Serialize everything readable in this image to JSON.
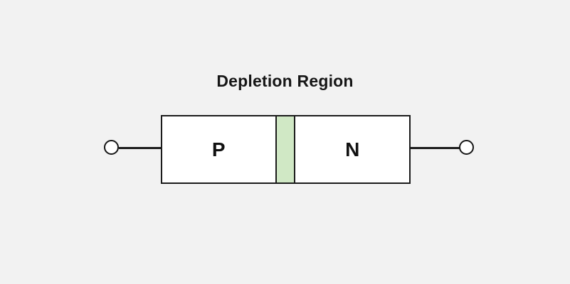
{
  "diagram": {
    "title": "Depletion Region",
    "type": "pn-junction-schematic",
    "background_color": "#f2f2f2",
    "outline_color": "#1b1b1b",
    "body": {
      "fill_color": "#ffffff",
      "regions": [
        {
          "id": "p-region",
          "label": "P",
          "name": "P-type semiconductor",
          "fill_color": "#ffffff",
          "side": "left"
        },
        {
          "id": "depletion-region",
          "label": "",
          "name": "Depletion Region",
          "fill_color": "#d0e8c5",
          "side": "center"
        },
        {
          "id": "n-region",
          "label": "N",
          "name": "N-type semiconductor",
          "fill_color": "#ffffff",
          "side": "right"
        }
      ]
    },
    "terminals": [
      {
        "id": "anode-terminal",
        "side": "left",
        "label": ""
      },
      {
        "id": "cathode-terminal",
        "side": "right",
        "label": ""
      }
    ]
  }
}
